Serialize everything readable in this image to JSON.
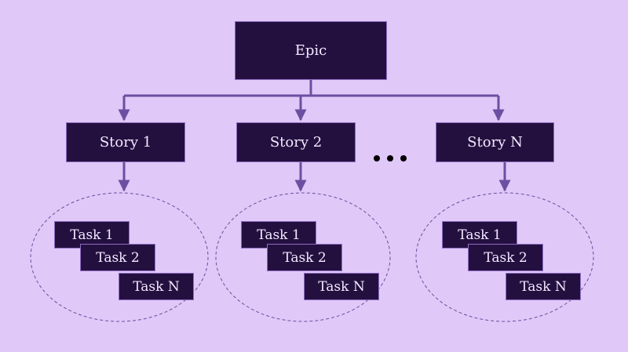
{
  "colors": {
    "background": "#e0c8f8",
    "box_fill": "#24103f",
    "box_border": "#8f6cc4",
    "connector": "#6b4fa0",
    "text": "#f3e9ff"
  },
  "epic": {
    "label": "Epic"
  },
  "stories": [
    {
      "label": "Story 1",
      "tasks": [
        "Task 1",
        "Task 2",
        "Task N"
      ]
    },
    {
      "label": "Story 2",
      "tasks": [
        "Task 1",
        "Task 2",
        "Task N"
      ]
    },
    {
      "label": "Story N",
      "tasks": [
        "Task 1",
        "Task 2",
        "Task N"
      ]
    }
  ]
}
